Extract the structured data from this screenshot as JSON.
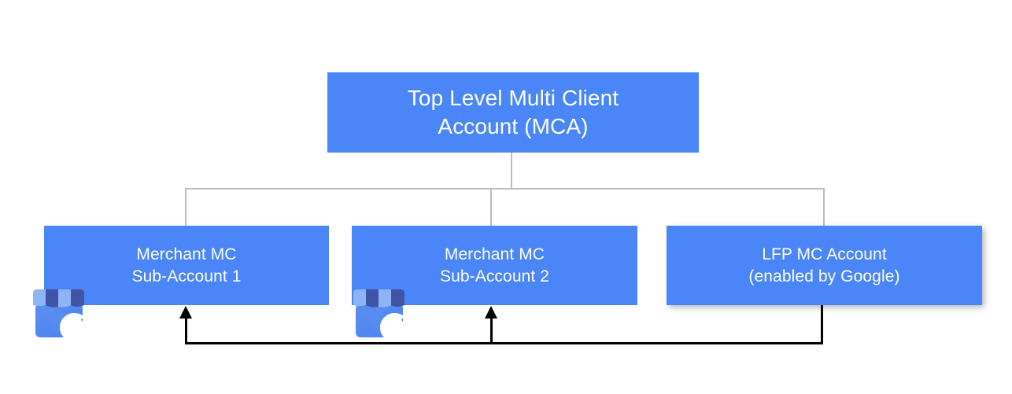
{
  "diagram": {
    "title_text": "",
    "background_color": "#ffffff",
    "node_color": "#4a86f7",
    "node_text_color": "#ffffff",
    "tree_line_color": "#bdbdbd",
    "feedback_line_color": "#000000",
    "nodes": [
      {
        "id": "top",
        "label": "Top Level Multi Client\nAccount (MCA)",
        "level": "root"
      },
      {
        "id": "sub1",
        "label": "Merchant MC\nSub-Account 1",
        "level": "child"
      },
      {
        "id": "sub2",
        "label": "Merchant MC\nSub-Account 2",
        "level": "child"
      },
      {
        "id": "lfp",
        "label": "LFP MC Account\n(enabled by Google)",
        "level": "child"
      }
    ],
    "icons": [
      {
        "id": "gbp-1",
        "name": "google-business-profile-icon",
        "letter": "G"
      },
      {
        "id": "gbp-2",
        "name": "google-business-profile-icon",
        "letter": "G"
      }
    ],
    "connectors": [
      {
        "from": "top",
        "to": "sub1",
        "style": "tree",
        "color": "#bdbdbd"
      },
      {
        "from": "top",
        "to": "sub2",
        "style": "tree",
        "color": "#bdbdbd"
      },
      {
        "from": "top",
        "to": "lfp",
        "style": "tree",
        "color": "#bdbdbd"
      },
      {
        "from": "lfp",
        "to": "sub1",
        "style": "arrow",
        "color": "#000000"
      },
      {
        "from": "lfp",
        "to": "sub2",
        "style": "arrow",
        "color": "#000000"
      }
    ]
  }
}
